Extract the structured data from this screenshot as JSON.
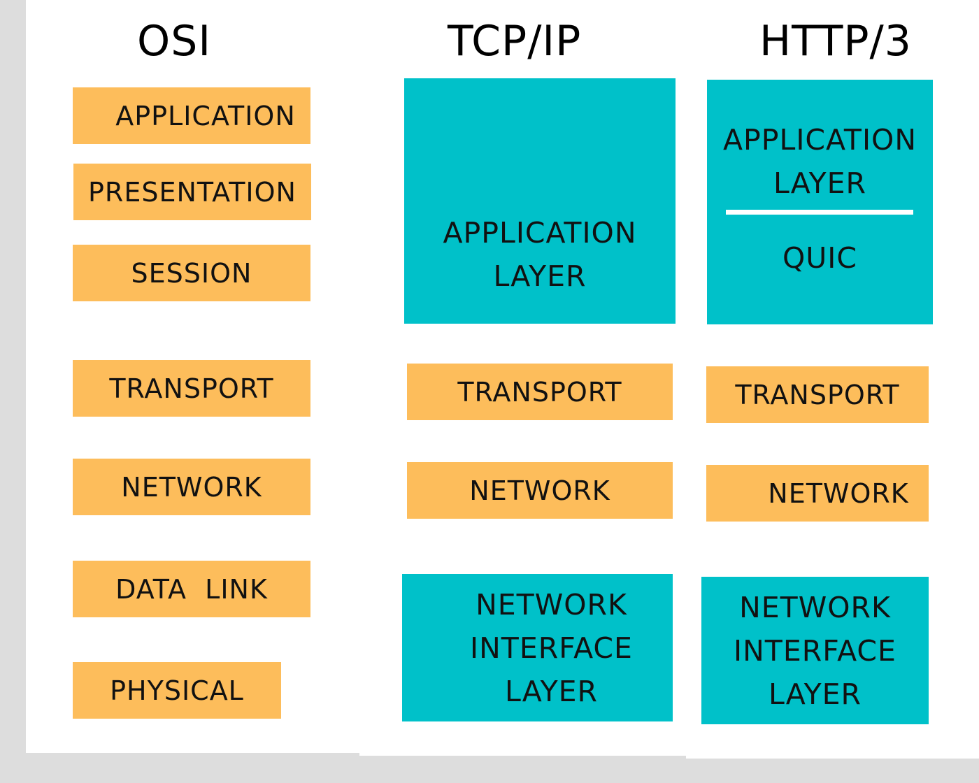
{
  "colors": {
    "orange": "#fdbd5b",
    "teal": "#00c1c9",
    "background": "#dddddd",
    "panel": "#ffffff"
  },
  "osi": {
    "title": "OSI",
    "layers": [
      "APPLICATION",
      "PRESENTATION",
      "SESSION",
      "TRANSPORT",
      "NETWORK",
      "DATA  LINK",
      "PHYSICAL"
    ]
  },
  "tcpip": {
    "title": "TCP/IP",
    "application": [
      "APPLICATION",
      "LAYER"
    ],
    "transport": "TRANSPORT",
    "network": "NETWORK",
    "interface": [
      "NETWORK",
      "INTERFACE",
      "LAYER"
    ]
  },
  "http3": {
    "title": "HTTP/3",
    "application": [
      "APPLICATION",
      "LAYER"
    ],
    "quic": "QUIC",
    "transport": "TRANSPORT",
    "network": "NETWORK",
    "interface": [
      "NETWORK",
      "INTERFACE",
      "LAYER"
    ]
  }
}
